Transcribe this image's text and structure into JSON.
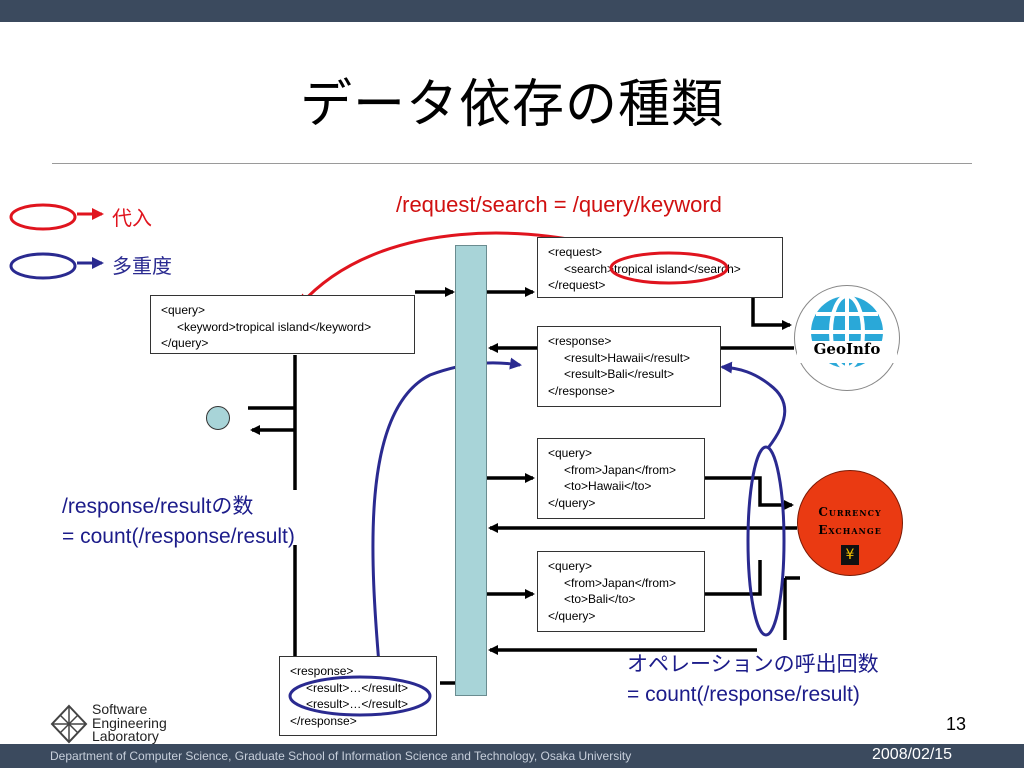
{
  "slide": {
    "title": "データ依存の種類",
    "page_number": "13",
    "footer_text": "Department of Computer Science, Graduate School of Information Science and Technology, Osaka University",
    "footer_date": "2008/02/15"
  },
  "legend": {
    "assign": {
      "label": "代入",
      "color": "#e0141e"
    },
    "multiplicity": {
      "label": "多重度",
      "color": "#2a2a90"
    }
  },
  "annotations": {
    "assign_rule": "/request/search = /query/keyword",
    "response_count_line1": "/response/resultの数",
    "response_count_line2": "= count(/response/result)",
    "operation_count_line1": "オペレーションの呼出回数",
    "operation_count_line2": "= count(/response/result)"
  },
  "boxes": {
    "client_query": {
      "l1": "<query>",
      "l2": "<keyword>tropical island</keyword>",
      "l3": "</query>"
    },
    "geo_request": {
      "l1": "<request>",
      "l2": "<search>tropical island</search>",
      "l3": "</request>"
    },
    "geo_response": {
      "l1": "<response>",
      "l2": "<result>Hawaii</result>",
      "l3": "<result>Bali</result>",
      "l4": "</response>"
    },
    "query_hawaii": {
      "l1": "<query>",
      "l2": "<from>Japan</from>",
      "l3": "<to>Hawaii</to>",
      "l4": "</query>"
    },
    "query_bali": {
      "l1": "<query>",
      "l2": "<from>Japan</from>",
      "l3": "<to>Bali</to>",
      "l4": "</query>"
    },
    "final_response": {
      "l1": "<response>",
      "l2": "<result>…</result>",
      "l3": "<result>…</result>",
      "l4": "</response>"
    }
  },
  "services": {
    "geo": {
      "label": "GeoInfo",
      "icon": "globe-icon",
      "color": "#2aa8d8"
    },
    "currency": {
      "line1": "Currency",
      "line2": "Exchange",
      "icon": "yen-icon",
      "color": "#ea3a12"
    }
  },
  "logo": {
    "line1": "Software",
    "line2": "Engineering",
    "line3": "Laboratory"
  },
  "colors": {
    "red": "#e0141e",
    "blue": "#2a2a90",
    "bus": "#a8d4d8",
    "bar": "#3b4a5e"
  }
}
